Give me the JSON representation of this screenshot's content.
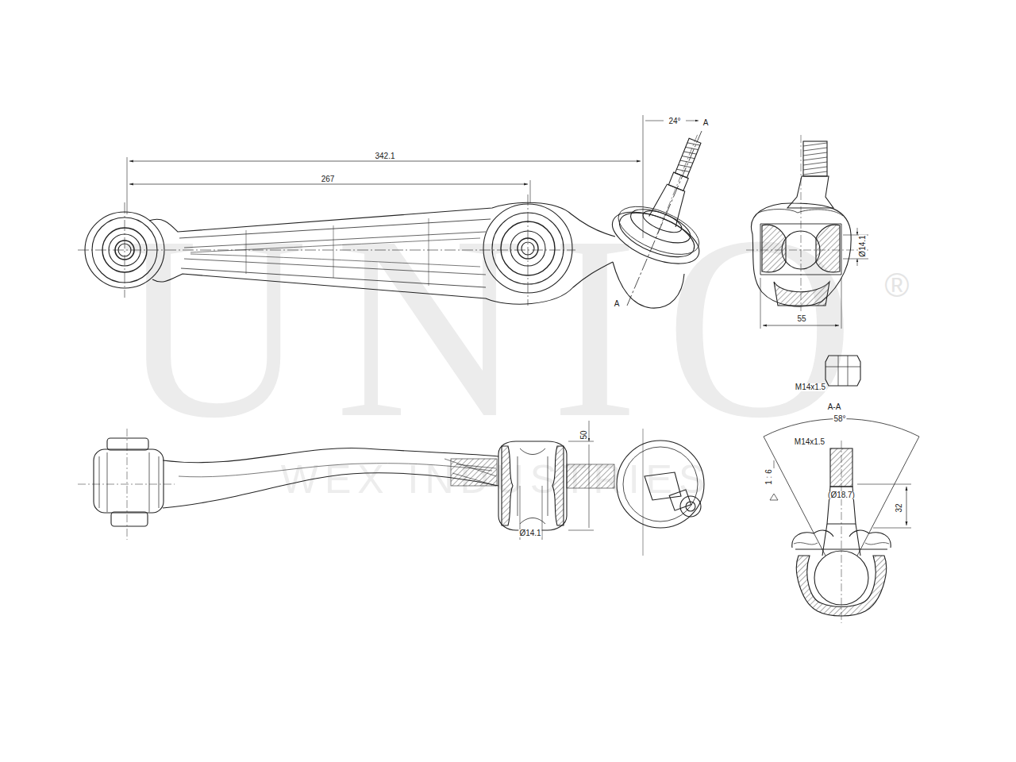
{
  "diagram": {
    "labels": [
      "342.1",
      "267",
      "24°",
      "A",
      "A",
      "Ø14.1",
      "55",
      "M14x1.5",
      "A-A",
      "58°",
      "M14x1.5",
      "1 : 6",
      "(Ø18.7)",
      "32",
      "50",
      "Ø14.1",
      "UNIO",
      "®",
      "WEX INDUSTRIES"
    ]
  }
}
